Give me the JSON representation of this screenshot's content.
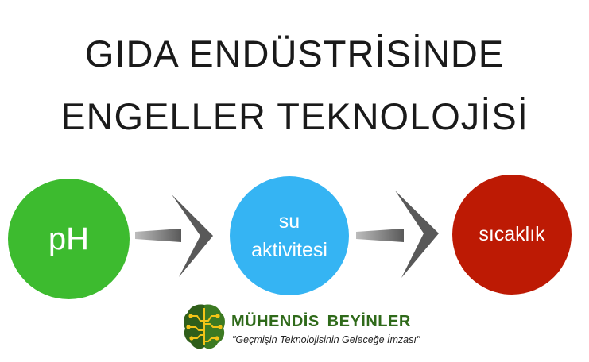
{
  "title": {
    "line1": "GIDA ENDÜSTRİSİNDE",
    "line2": "ENGELLER TEKNOLOJİSİ"
  },
  "nodes": [
    {
      "line1": "pH",
      "line2": "",
      "color": "#3dbb2f"
    },
    {
      "line1": "su",
      "line2": "aktivitesi",
      "color": "#35b4f3"
    },
    {
      "line1": "sıcaklık",
      "line2": "",
      "color": "#bd1a04"
    }
  ],
  "arrow_color": "#595959",
  "logo": {
    "brand_word1": "MÜHENDİS",
    "brand_word2": "BEYİNLER",
    "slogan": "\"Geçmişin Teknolojisinin Geleceğe İmzası\"",
    "brand_color": "#2f6a1a"
  }
}
